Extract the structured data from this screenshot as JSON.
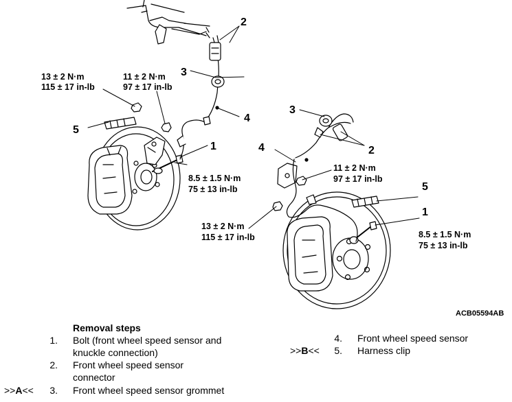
{
  "figure_code": "ACB05594AB",
  "callouts": {
    "left": {
      "n1": "1",
      "n2": "2",
      "n3": "3",
      "n4": "4",
      "n5": "5",
      "torque_a_line1": "13 ± 2 N·m",
      "torque_a_line2": "115 ± 17 in-lb",
      "torque_b_line1": "11 ± 2 N·m",
      "torque_b_line2": "97 ± 17 in-lb",
      "torque_c_line1": "8.5 ± 1.5 N·m",
      "torque_c_line2": "75 ± 13 in-lb"
    },
    "right": {
      "n1": "1",
      "n2": "2",
      "n3": "3",
      "n4": "4",
      "n5": "5",
      "torque_a_line1": "13 ± 2 N·m",
      "torque_a_line2": "115 ± 17 in-lb",
      "torque_b_line1": "11 ± 2 N·m",
      "torque_b_line2": "97 ± 17 in-lb",
      "torque_c_line1": "8.5 ± 1.5 N·m",
      "torque_c_line2": "75 ± 13 in-lb"
    }
  },
  "removal": {
    "title": "Removal steps",
    "step1": {
      "num": "1.",
      "line1": "Bolt (front wheel speed sensor and",
      "line2": "knuckle connection)"
    },
    "step2": {
      "num": "2.",
      "line1": "Front wheel speed sensor",
      "line2": "connector"
    },
    "step3": {
      "num": "3.",
      "line1": "Front wheel speed sensor grommet",
      "mark_pre": ">>",
      "mark_letter": "A",
      "mark_post": "<<"
    },
    "step4": {
      "num": "4.",
      "line1": "Front wheel speed sensor"
    },
    "step5": {
      "num": "5.",
      "line1": "Harness clip",
      "mark_pre": ">>",
      "mark_letter": "B",
      "mark_post": "<<"
    }
  }
}
